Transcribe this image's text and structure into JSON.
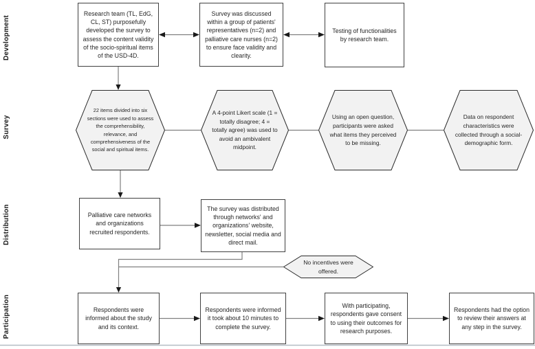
{
  "figure": {
    "type": "flowchart",
    "description": "Survey development and administration flow diagram"
  },
  "phases": [
    {
      "label": "Development",
      "nodes": [
        {
          "shape": "rectangle",
          "text": "Research team (TL, EdG, CL, ST) purposefully developed the survey to assess the content validity of the socio-spiritual items of the USD-4D."
        },
        {
          "shape": "rectangle",
          "text": "Survey was discussed within a group of patients' representatives (n=2) and palliative care nurses (n=2) to ensure face validity and clearity."
        },
        {
          "shape": "rectangle",
          "text": "Testing of functionalities by research team."
        }
      ]
    },
    {
      "label": "Survey",
      "nodes": [
        {
          "shape": "hexagon",
          "text": "22 items divided into six sections were used to assess the comprehensibility, relevance, and comprehensiveness of the social and spiritual items."
        },
        {
          "shape": "hexagon",
          "text": "A 4-point Likert scale (1 = totally disagree; 4 = totally agree) was used to avoid an ambivalent midpoint."
        },
        {
          "shape": "hexagon",
          "text": "Using an open question, participants were asked what items they perceived to be missing."
        },
        {
          "shape": "hexagon",
          "text": "Data on respondent characteristics were collected through a social-demographic form."
        }
      ]
    },
    {
      "label": "Distribution",
      "nodes": [
        {
          "shape": "rectangle",
          "text": "Palliative care networks and organizations recruited respondents."
        },
        {
          "shape": "rectangle",
          "text": "The survey was distributed through networks' and organizations' website, newsletter, social media and direct mail."
        },
        {
          "shape": "hexagon",
          "text": "No incentives were offered."
        }
      ]
    },
    {
      "label": "Participation",
      "nodes": [
        {
          "shape": "rectangle",
          "text": "Respondents were informed about the study and its context."
        },
        {
          "shape": "rectangle",
          "text": "Respondents were informed it took about 10 minutes to complete the survey."
        },
        {
          "shape": "rectangle",
          "text": "With participating, respondents gave consent to using their outcomes for research purposes."
        },
        {
          "shape": "rectangle",
          "text": "Respondents had the option to review their answers at any step in the survey."
        }
      ]
    }
  ],
  "colors": {
    "box_fill": "#ffffff",
    "box_border": "#3f3f3f",
    "hexagon_fill": "#f2f2f2",
    "hexagon_border": "#2b2b2b",
    "connector_line": "#7f7f7f",
    "arrowhead": "#1a1a1a",
    "bottom_divider": "#b3bcc4",
    "text": "#262626"
  }
}
